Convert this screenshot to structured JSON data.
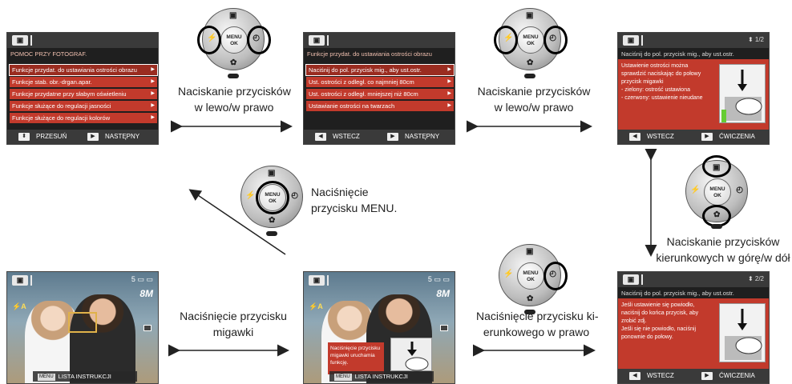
{
  "screens": {
    "s1": {
      "heading": "POMOC PRZY FOTOGRAF.",
      "items": [
        "Funkcje przydat. do ustawiania ostrości obrazu",
        "Funkcje stab. obr.-drgan.apar.",
        "Funkcje przydatne przy słabym oświetleniu",
        "Funkcje służące do regulacji jasności",
        "Funkcje służące do regulacji kolorów"
      ],
      "foot_left_icon": "updown-icon",
      "foot_left": "PRZESUŃ",
      "foot_right": "NASTĘPNY"
    },
    "s2": {
      "heading": "Funkcje przydat. do ustawiania ostrości obrazu",
      "items": [
        "Naciśnij do pol. przycisk mig., aby ust.ostr.",
        "Ust. ostrości z odległ. co najmniej 80cm",
        "Ust. ostrości z odległ. mniejszej niż 80cm",
        "Ustawianie ostrości na twarzach"
      ],
      "foot_left": "WSTECZ",
      "foot_right": "NASTĘPNY"
    },
    "s3": {
      "page": "1/2",
      "heading": "Naciśnij do pol. przycisk mig., aby ust.ostr.",
      "lines": [
        "Ustawienie ostrości można",
        "sprawdzić naciskając do połowy",
        "przycisk migawki",
        "- zielony: ostrość ustawiona",
        "- czerwony: ustawienie nieudane"
      ],
      "foot_left": "WSTECZ",
      "foot_right": "ĆWICZENIA"
    },
    "s4": {
      "page": "2/2",
      "heading": "Naciśnij do pol. przycisk mig., aby ust.ostr.",
      "lines": [
        "Jeśli ustawienie się powiodło,",
        "naciśnij do końca przycisk, aby",
        "zrobić zdj.",
        "Jeśli się nie powiodło, naciśnij",
        "ponownie do połowy."
      ],
      "foot_left": "WSTECZ",
      "foot_right": "ĆWICZENIA"
    },
    "p1": {
      "count": "5",
      "res": "8M",
      "menu_tag": "MENU",
      "foot": "LISTA INSTRUKCJI"
    },
    "p2": {
      "count": "5",
      "res": "8M",
      "menu_tag": "MENU",
      "foot": "LISTA INSTRUKCJI",
      "tooltip": "Naciśnięcie przycisku migawki uruchamia funkcję."
    }
  },
  "dial": {
    "center": [
      "MENU",
      "OK"
    ]
  },
  "captions": {
    "c1": [
      "Naciskanie przycisków",
      "w lewo/w prawo"
    ],
    "c2": [
      "Naciskanie przycisków",
      "w lewo/w prawo"
    ],
    "c3": [
      "Naciśnięcie",
      "przycisku MENU."
    ],
    "c4": [
      "Naciskanie przycisków",
      "kierunkowych w górę/w dół"
    ],
    "c5": [
      "Naciśnięcie przycisku",
      "migawki"
    ],
    "c6": [
      "Naciśnięcie przycisku ki-",
      "erunkowego w prawo"
    ]
  }
}
